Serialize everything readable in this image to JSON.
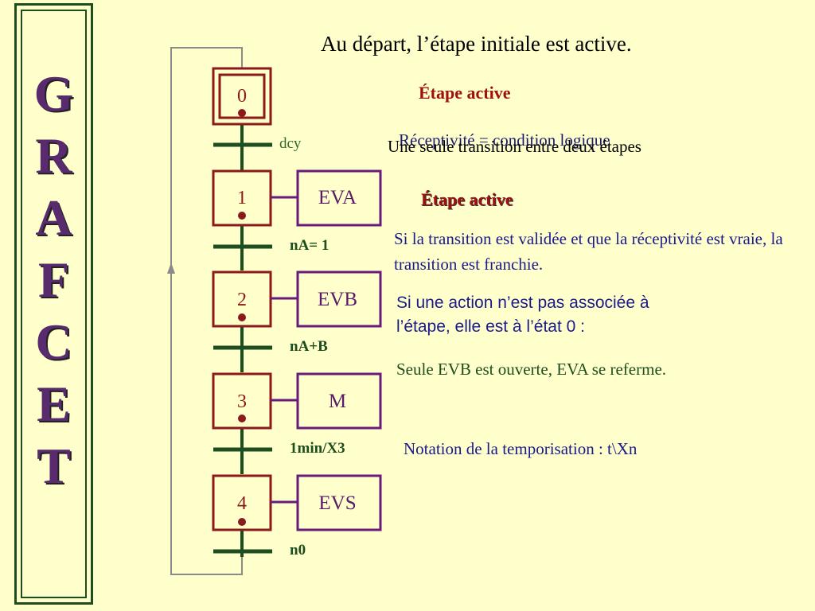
{
  "side_title_letters": [
    "G",
    "R",
    "A",
    "F",
    "C",
    "E",
    "T"
  ],
  "header": {
    "title": "Au départ, l’étape initiale est active."
  },
  "annotations": {
    "active_step_1": "Étape active",
    "receptivity": "Réceptivité = condition logique",
    "single_transition": "Une seule transition entre deux étapes",
    "active_step_2": "Étape active",
    "transition_fired": "Si la transition est validée et que la réceptivité est vraie, la transition est franchie.",
    "no_action": "Si une action n’est pas associée à l’étape, elle est à l’état 0 :",
    "evb_open": "Seule EVB est ouverte, EVA se referme.",
    "timer_notation": "Notation de la temporisation : t\\Xn"
  },
  "steps": [
    {
      "number": "0",
      "action": "",
      "initial": true
    },
    {
      "number": "1",
      "action": "EVA"
    },
    {
      "number": "2",
      "action": "EVB"
    },
    {
      "number": "3",
      "action": "M"
    },
    {
      "number": "4",
      "action": "EVS"
    }
  ],
  "transitions": [
    "dcy",
    "nA= 1",
    "nA+B",
    "1min/X3",
    "n0"
  ],
  "colors": {
    "background": "#ffffcc",
    "step_border": "#8b1a1a",
    "action_border": "#6a1a7a",
    "link_line": "#1e4d1e",
    "token": "#8b1a1a",
    "title_letters": "#5a2a6e"
  }
}
